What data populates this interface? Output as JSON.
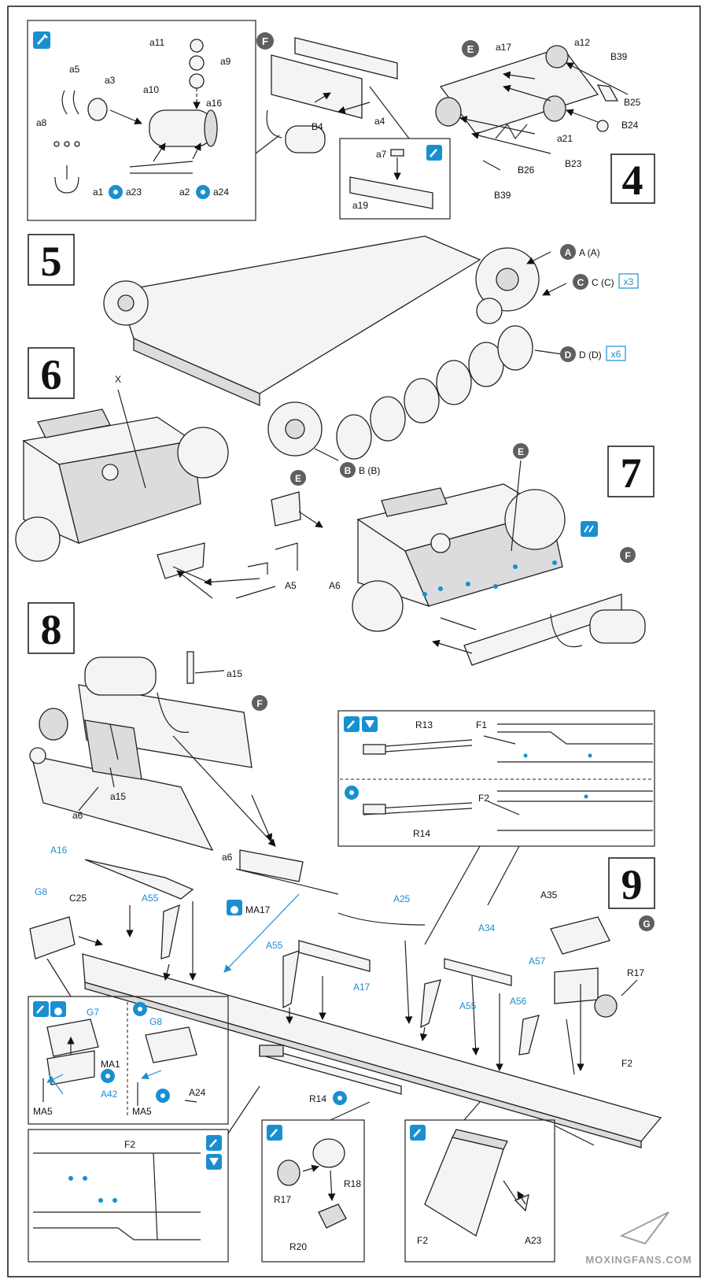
{
  "steps": {
    "s4": "4",
    "s5": "5",
    "s6": "6",
    "s7": "7",
    "s8": "8",
    "s9": "9"
  },
  "subassembly": {
    "E": "E",
    "F": "F",
    "G": "G"
  },
  "sets": {
    "A": "A (A)",
    "C": "C (C)",
    "D": "D (D)",
    "B": "B (B)",
    "C_mult": "x3",
    "D_mult": "x6"
  },
  "labels": {
    "a1": "a1",
    "a2": "a2",
    "a3": "a3",
    "a4": "a4",
    "a5": "a5",
    "a6": "a6",
    "a7": "a7",
    "a8": "a8",
    "a9": "a9",
    "a10": "a10",
    "a11": "a11",
    "a12": "a12",
    "a15": "a15",
    "a16": "a16",
    "a17": "a17",
    "a19": "a19",
    "a21": "a21",
    "a23": "a23",
    "a24": "a24",
    "B4": "B4",
    "B23": "B23",
    "B24": "B24",
    "B25": "B25",
    "B26": "B26",
    "B39": "B39",
    "A5": "A5",
    "A6": "A6",
    "A16": "A16",
    "A17": "A17",
    "A23": "A23",
    "A24": "A24",
    "A25": "A25",
    "A34": "A34",
    "A35": "A35",
    "A42": "A42",
    "A55": "A55",
    "A56": "A56",
    "A57": "A57",
    "C25": "C25",
    "G7": "G7",
    "G8": "G8",
    "MA1": "MA1",
    "MA5": "MA5",
    "MA17": "MA17",
    "F1": "F1",
    "F2": "F2",
    "R13": "R13",
    "R14": "R14",
    "R17": "R17",
    "R18": "R18",
    "R20": "R20",
    "X": "X"
  },
  "watermark": "MOXINGFANS.COM",
  "colors": {
    "accent": "#1a8fd0",
    "ink": "#222222",
    "badge": "#5f5f5f"
  }
}
